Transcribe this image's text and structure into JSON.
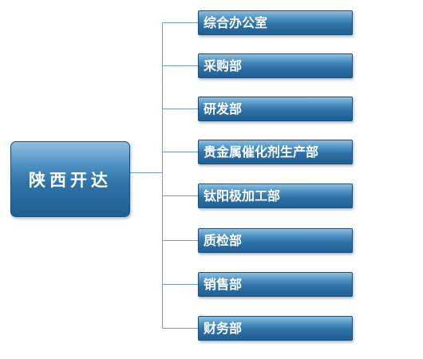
{
  "org": {
    "root": "陕西开达",
    "departments": [
      "综合办公室",
      "采购部",
      "研发部",
      "贵金属催化剂生产部",
      "钛阳极加工部",
      "质检部",
      "销售部",
      "财务部"
    ]
  },
  "colors": {
    "connector": "#6fa3c4",
    "node_dark": "#1f5f92",
    "node_light": "#8fc0e0",
    "text": "#ffffff"
  }
}
